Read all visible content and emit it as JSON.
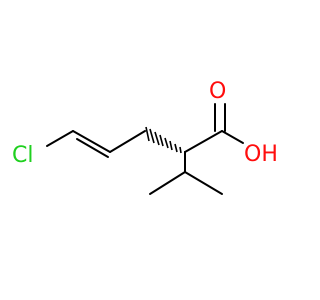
{
  "molecule": {
    "atoms": {
      "chlorine": "Cl",
      "carbonyl_oxygen": "O",
      "hydroxyl": "OH"
    },
    "colors": {
      "chlorine": "#1fd01f",
      "oxygen": "#ff0d0d",
      "bond": "#000000"
    }
  }
}
